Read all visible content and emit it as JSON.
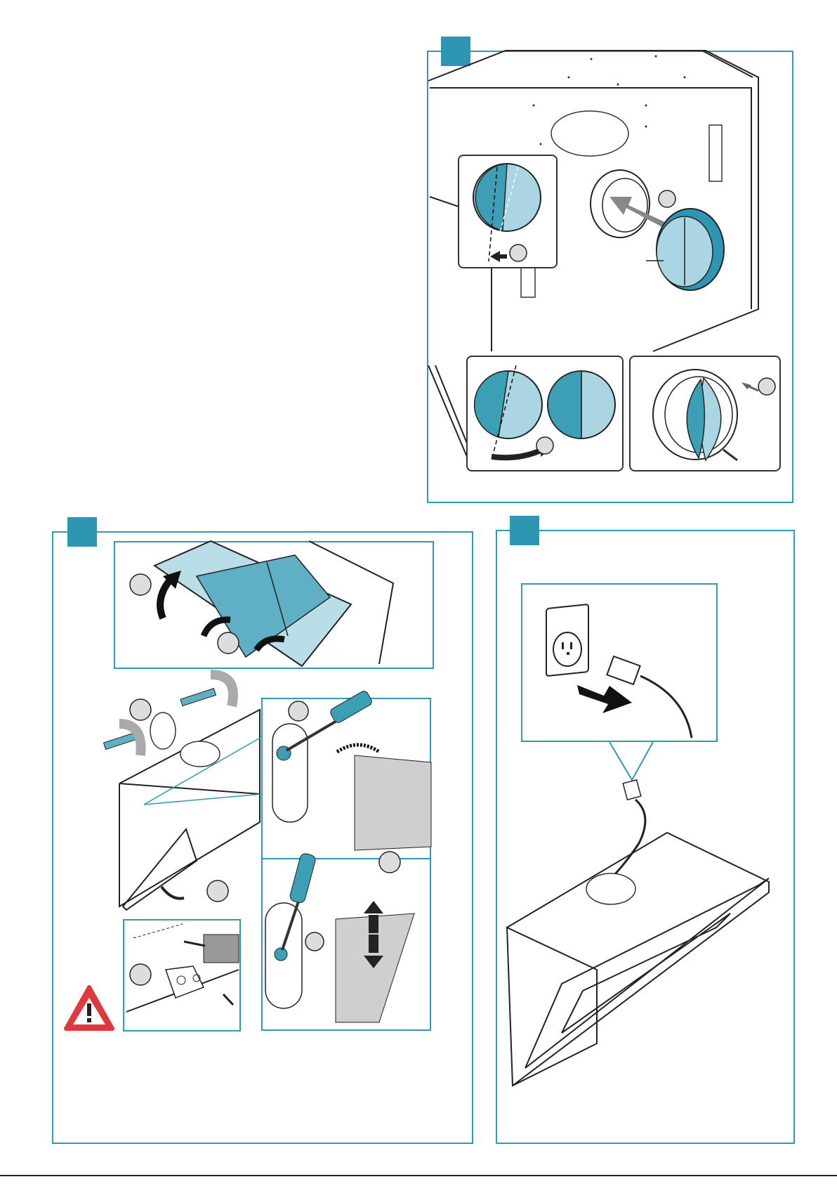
{
  "page": {
    "title": ""
  },
  "panels": [
    {
      "id": "damper",
      "step": ""
    },
    {
      "id": "mount",
      "step": ""
    },
    {
      "id": "power",
      "step": ""
    }
  ],
  "colors": {
    "frame": "#2e9bb6",
    "tag": "#2e96b3",
    "flap_dark": "#3d9fb5",
    "flap_light": "#a9d6e2",
    "warning": "#e0383e"
  },
  "icons": [
    "warning-triangle-icon",
    "screwdriver-icon",
    "drill-icon",
    "plug-icon",
    "outlet-icon",
    "arrow-icon"
  ]
}
